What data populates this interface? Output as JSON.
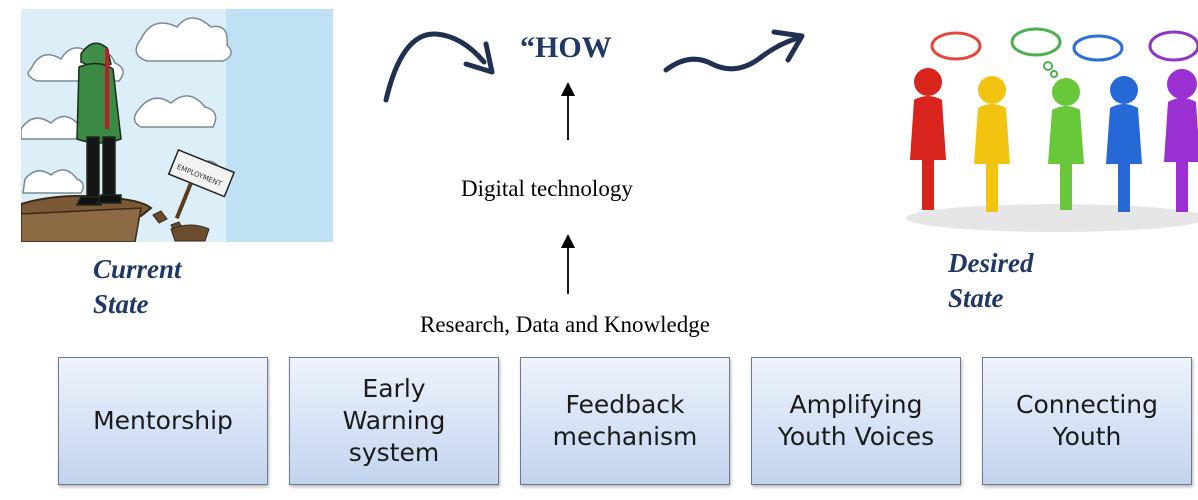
{
  "how_label": "“HOW",
  "middle": {
    "digital": "Digital technology",
    "research": "Research, Data and Knowledge"
  },
  "current_state": {
    "label": "Current\nState"
  },
  "desired_state": {
    "label": "Desired\nState"
  },
  "pillars": [
    {
      "label": "Mentorship"
    },
    {
      "label": "Early\nWarning\nsystem"
    },
    {
      "label": "Feedback\nmechanism"
    },
    {
      "label": "Amplifying\nYouth Voices"
    },
    {
      "label": "Connecting\nYouth"
    }
  ],
  "colors": {
    "label_navy": "#1f3864",
    "box_fill": "#d6e2f6",
    "box_border": "#6c7a8c"
  }
}
